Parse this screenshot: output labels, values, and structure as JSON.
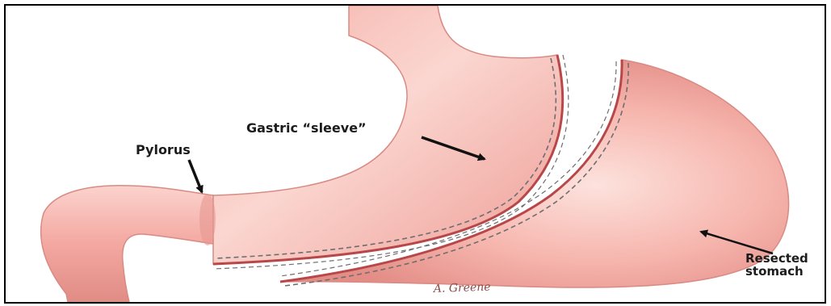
{
  "labels": {
    "gastric_sleeve": "Gastric “sleeve”",
    "pylorus": "Pylorus",
    "resected_line1": "Resected",
    "resected_line2": "stomach"
  },
  "signature": "A. Greene",
  "colors": {
    "tissue_base": "#f2a39c",
    "tissue_light": "#fcd9d3",
    "tissue_dark": "#d9837c",
    "staple_line": "#b8474a",
    "staple_dash": "#6e6e6e",
    "arrow": "#111111",
    "border": "#000000"
  }
}
